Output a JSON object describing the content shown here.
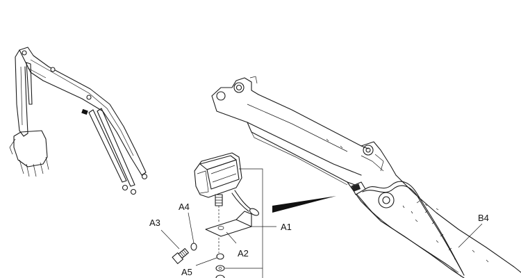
{
  "callouts": {
    "a1": "A1",
    "a2": "A2",
    "a3": "A3",
    "a4": "A4",
    "a5": "A5",
    "b4": "B4"
  }
}
